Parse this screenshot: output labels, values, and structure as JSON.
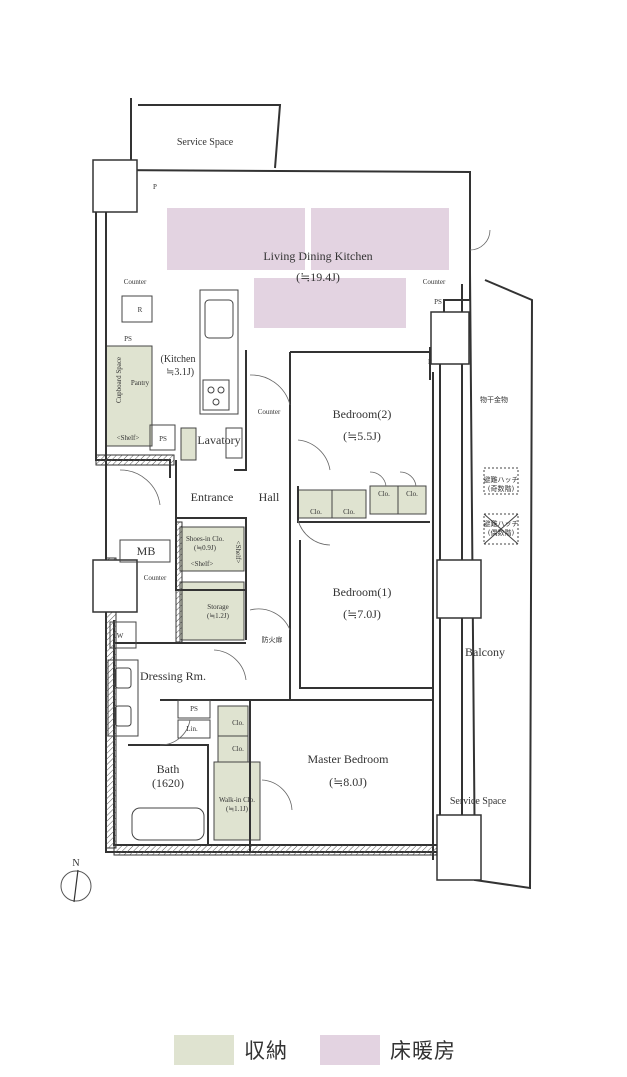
{
  "rooms": {
    "service_space_top": "Service Space",
    "ldk": "Living Dining Kitchen",
    "ldk_size": "(≒19.4J)",
    "kitchen": "(Kitchen",
    "kitchen_size": "≒3.1J)",
    "pantry": "Pantry",
    "cupboard_space": "Cupboard Space",
    "shelf": "<Shelf>",
    "lavatory": "Lavatory",
    "entrance": "Entrance",
    "hall": "Hall",
    "bedroom2": "Bedroom(2)",
    "bedroom2_size": "(≒5.5J)",
    "bedroom1": "Bedroom(1)",
    "bedroom1_size": "(≒7.0J)",
    "master_bedroom": "Master Bedroom",
    "master_bedroom_size": "(≒8.0J)",
    "shoes_in": "Shoes-in Clo.",
    "shoes_in_size": "(≒0.9J)",
    "shoes_shelf": "<Shelf>",
    "shoes_shelf_v": "<Shelf>",
    "storage": "Storage",
    "storage_size": "(≒1.2J)",
    "dressing": "Dressing Rm.",
    "bath": "Bath",
    "bath_size": "(1620)",
    "walk_in": "Walk-in Clo.",
    "walk_in_size": "(≒1.1J)",
    "balcony": "Balcony",
    "service_space_bottom": "Service Space",
    "mb": "MB"
  },
  "small_labels": {
    "p_top": "P",
    "p_mid": "P",
    "counter_left": "Counter",
    "counter_right": "Counter",
    "counter_lav": "Counter",
    "counter_mb": "Counter",
    "r": "R",
    "ps_kitchen": "PS",
    "ps_lav": "PS",
    "ps_right": "PS",
    "ps_dressing": "PS",
    "lin": "Lin.",
    "w": "W",
    "clo_a": "Clo.",
    "clo_b": "Clo.",
    "clo_c": "Clo.",
    "clo_d": "Clo.",
    "clo_e": "Clo.",
    "clo_f": "Clo.",
    "fire_door": "防火扉",
    "laundry_hardware": "物干金物",
    "hatch1": "避難ハッチ",
    "hatch1_sub": "(奇数階)",
    "hatch2": "避難ハッチ",
    "hatch2_sub": "(偶数階)",
    "north": "N"
  },
  "legend": [
    {
      "label": "収納",
      "color": "#dfe3d0"
    },
    {
      "label": "床暖房",
      "color": "#e3d3e1"
    }
  ],
  "colors": {
    "storage_fill": "#dfe3d0",
    "heating_fill": "#e3d3e1",
    "wall": "#333333"
  }
}
